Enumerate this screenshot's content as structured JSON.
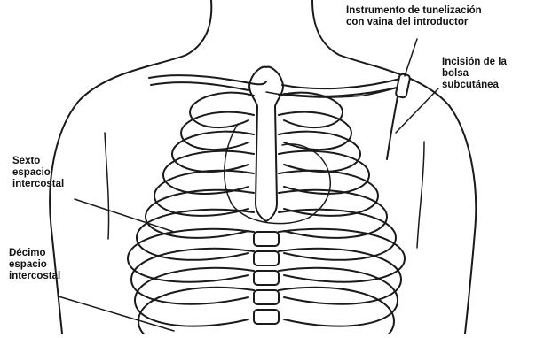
{
  "labels": {
    "tunneler": [
      "Instrumento de tunelización",
      "con vaina del introductor"
    ],
    "pocket": [
      "Incisión de la",
      "bolsa",
      "subcutánea"
    ],
    "sixth": [
      "Sexto",
      "espacio",
      "intercostal"
    ],
    "tenth": [
      "Décimo",
      "espacio",
      "intercostal"
    ]
  }
}
